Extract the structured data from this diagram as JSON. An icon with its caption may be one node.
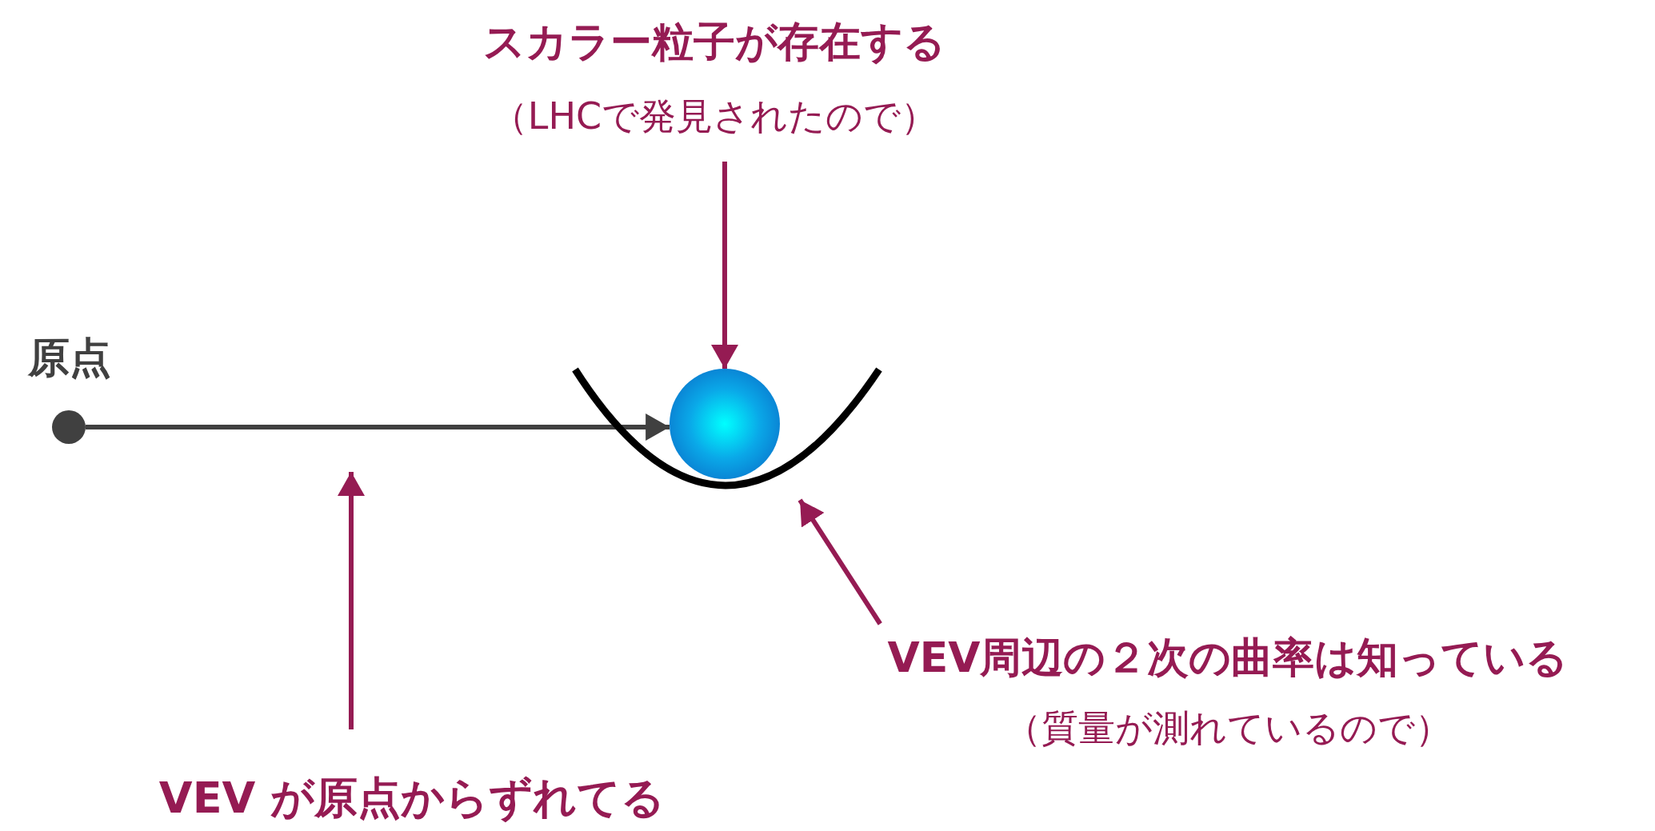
{
  "diagram": {
    "nodes": [
      {
        "text": [
          "スカラー粒子が存在する",
          "（LHCで発見されたので）"
        ]
      },
      {
        "text": [],
        "shape": "circle",
        "in": 2
      },
      {
        "text": [],
        "shape": "curve"
      },
      {
        "text": [],
        "shape": "circle",
        "beside": [
          "原点"
        ]
      },
      {
        "text": [
          "VEV が原点からずれてる"
        ]
      },
      {
        "text": [
          "VEV周辺の２次の曲率は知っている",
          "（質量が測れているので）"
        ]
      }
    ],
    "edges": [
      {
        "from": 0,
        "to": 1,
        "arrow": "to"
      },
      {
        "from": 3,
        "to": 1,
        "arrow": "to",
        "color": "#404040"
      },
      {
        "from": 4,
        "to": null,
        "arrow": "to"
      },
      {
        "from": 5,
        "to": 2,
        "arrow": "to"
      }
    ]
  }
}
